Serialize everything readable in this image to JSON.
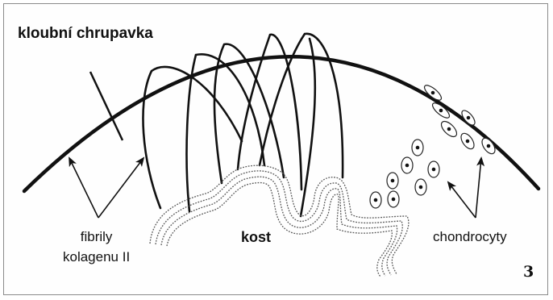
{
  "labels": {
    "articular_cartilage": "kloubní chrupavka",
    "fibrils_line1": "fibrily",
    "fibrils_line2": "kolagenu II",
    "bone": "kost",
    "chondrocytes": "chondrocyty",
    "figure_number": "3"
  },
  "colors": {
    "line": "#111111",
    "border": "#8a8a8a",
    "background": "#ffffff"
  }
}
